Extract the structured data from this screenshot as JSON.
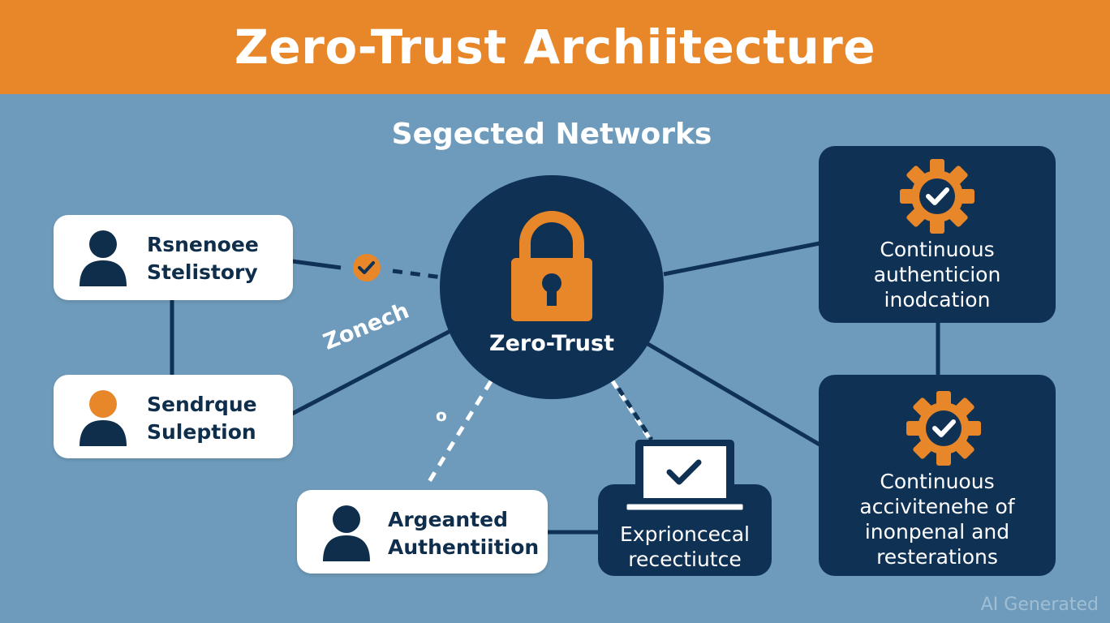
{
  "header": {
    "title": "Zero-Trust Archiitecture"
  },
  "subtitle": "Segected Networks",
  "hub": {
    "label": "Zero-Trust",
    "icon": "lock-icon"
  },
  "zone_label": "Zonech",
  "small_marker": "o",
  "cards": [
    {
      "id": "resource",
      "lines": [
        "Rsnenoee",
        "Stelistory"
      ],
      "icon_color": "#0f2e4c"
    },
    {
      "id": "sendrque",
      "lines": [
        "Sendrque",
        "Suleption"
      ],
      "icon_color": "#e8872a"
    },
    {
      "id": "argeanted",
      "lines": [
        "Argeanted",
        "Authentiition"
      ],
      "icon_color": "#0f2e4c"
    }
  ],
  "panels": [
    {
      "id": "continuous-auth",
      "lines": [
        "Continuous",
        "authenticion",
        "inodcation"
      ],
      "icon": "gear-check-icon"
    },
    {
      "id": "continuous-activ",
      "lines": [
        "Continuous",
        "accivitenehe of",
        "inonpenal and",
        "resterations"
      ],
      "icon": "gear-check-icon"
    },
    {
      "id": "exprioncecal",
      "lines": [
        "Exprioncecal",
        "recectiutce"
      ],
      "icon": "laptop-check-icon"
    }
  ],
  "watermark": "AI Generated",
  "colors": {
    "orange": "#e8872a",
    "navy": "#0f3154",
    "background": "#6e9bbb"
  }
}
